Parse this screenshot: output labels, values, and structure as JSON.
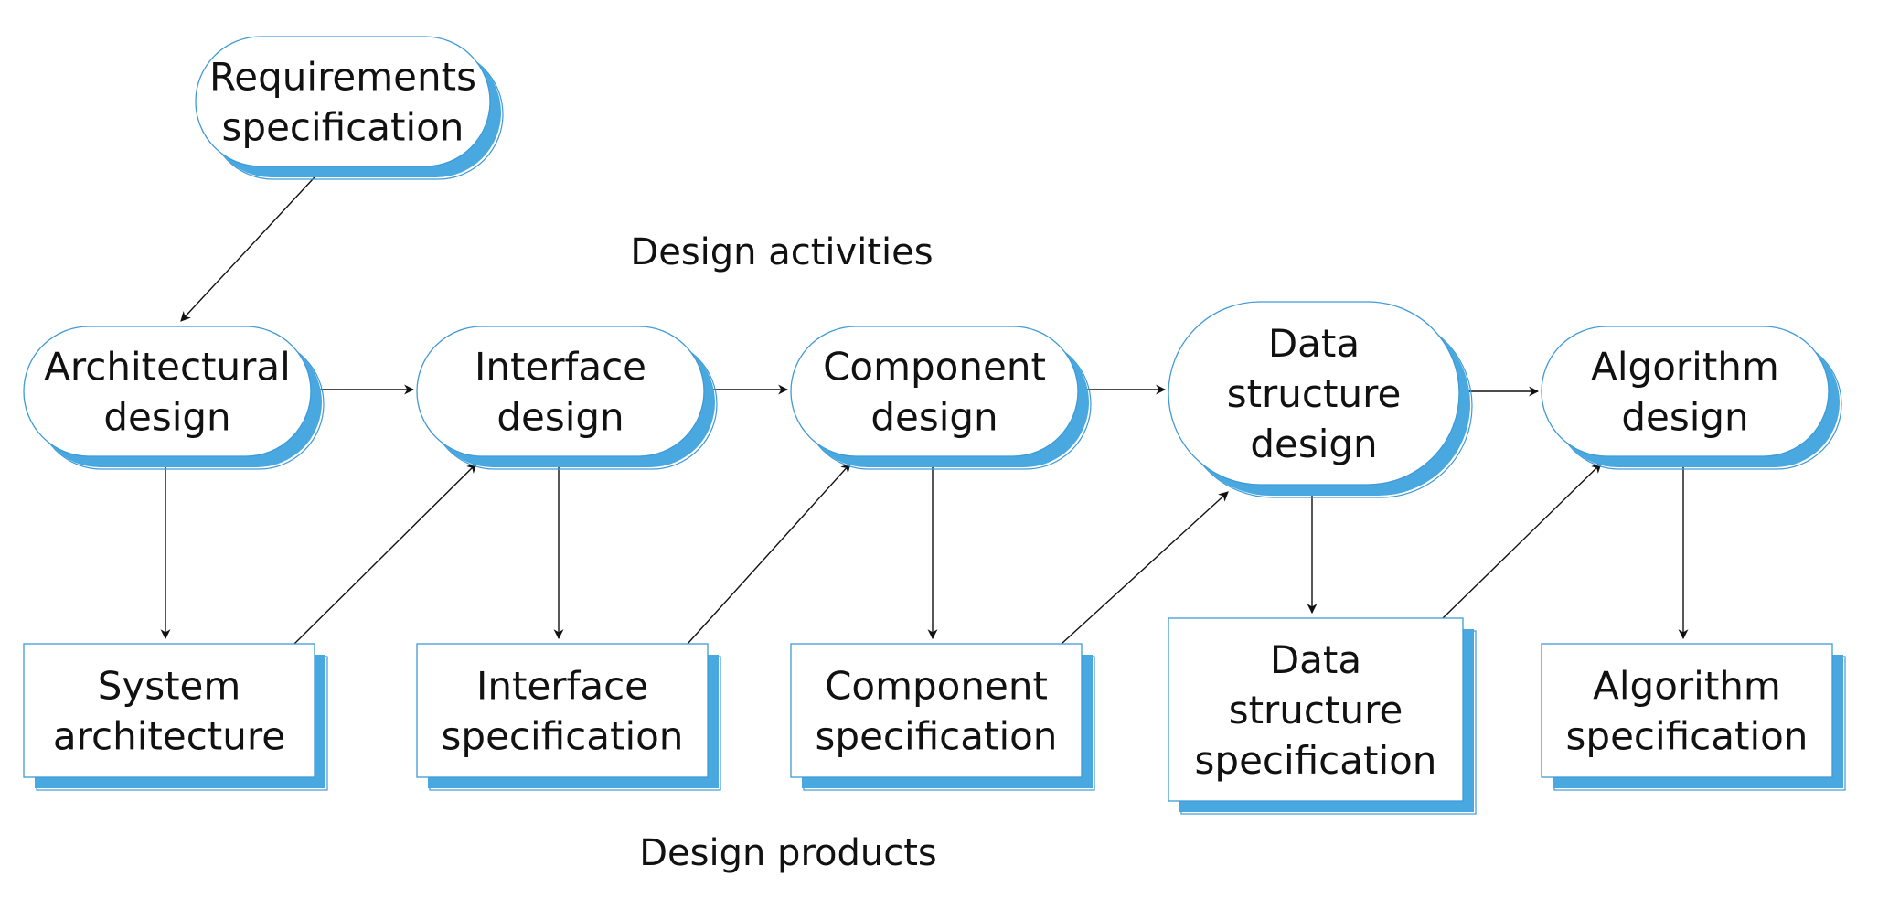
{
  "headings": {
    "activities": "Design activities",
    "products": "Design products"
  },
  "colors": {
    "shadow": "#4aa8e0",
    "outline": "#3f9ad6",
    "arrow": "#111111",
    "text": "#111111"
  },
  "nodes": {
    "requirements": {
      "kind": "activity",
      "lines": [
        "Requirements",
        "specification"
      ]
    },
    "architectural": {
      "kind": "activity",
      "lines": [
        "Architectural",
        "design"
      ]
    },
    "interface": {
      "kind": "activity",
      "lines": [
        "Interface",
        "design"
      ]
    },
    "component": {
      "kind": "activity",
      "lines": [
        "Component",
        "design"
      ]
    },
    "data_structure": {
      "kind": "activity",
      "lines": [
        "Data",
        "structure",
        "design"
      ]
    },
    "algorithm": {
      "kind": "activity",
      "lines": [
        "Algorithm",
        "design"
      ]
    },
    "system_architecture": {
      "kind": "product",
      "lines": [
        "System",
        "architecture"
      ]
    },
    "interface_spec": {
      "kind": "product",
      "lines": [
        "Interface",
        "specification"
      ]
    },
    "component_spec": {
      "kind": "product",
      "lines": [
        "Component",
        "specification"
      ]
    },
    "data_structure_spec": {
      "kind": "product",
      "lines": [
        "Data",
        "structure",
        "specification"
      ]
    },
    "algorithm_spec": {
      "kind": "product",
      "lines": [
        "Algorithm",
        "specification"
      ]
    }
  },
  "edges": [
    {
      "from": "requirements",
      "to": "architectural"
    },
    {
      "from": "architectural",
      "to": "interface"
    },
    {
      "from": "interface",
      "to": "component"
    },
    {
      "from": "component",
      "to": "data_structure"
    },
    {
      "from": "data_structure",
      "to": "algorithm"
    },
    {
      "from": "architectural",
      "to": "system_architecture"
    },
    {
      "from": "interface",
      "to": "interface_spec"
    },
    {
      "from": "component",
      "to": "component_spec"
    },
    {
      "from": "data_structure",
      "to": "data_structure_spec"
    },
    {
      "from": "algorithm",
      "to": "algorithm_spec"
    },
    {
      "from": "system_architecture",
      "to": "interface"
    },
    {
      "from": "interface_spec",
      "to": "component"
    },
    {
      "from": "component_spec",
      "to": "data_structure"
    },
    {
      "from": "data_structure_spec",
      "to": "algorithm"
    }
  ]
}
